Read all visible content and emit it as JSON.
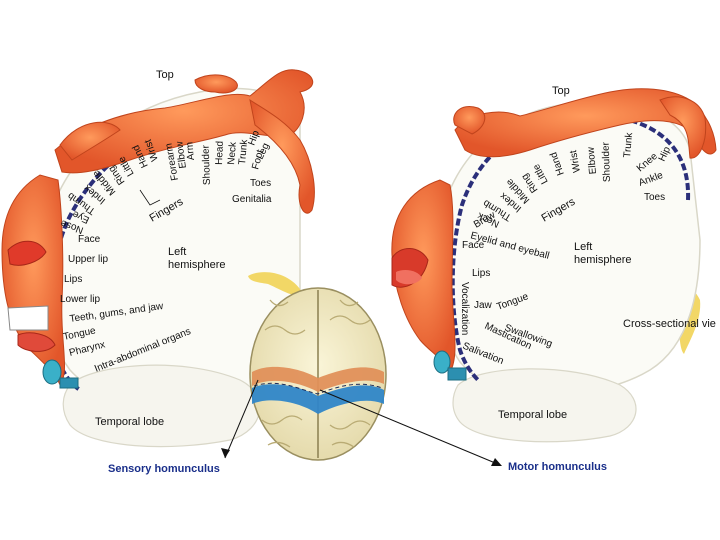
{
  "left_panel": {
    "top_label": "Top",
    "hemisphere_label_line1": "Left",
    "hemisphere_label_line2": "hemisphere",
    "temporal_label": "Temporal lobe",
    "fingers_label": "Fingers",
    "body_parts": [
      "Genitalia",
      "Toes",
      "Foot",
      "Leg",
      "Hip",
      "Trunk",
      "Neck",
      "Head",
      "Shoulder",
      "Arm",
      "Elbow",
      "Forearm",
      "Wrist",
      "Hand",
      "Little",
      "Ring",
      "Middle",
      "Index",
      "Thumb",
      "Eye",
      "Nose",
      "Face",
      "Upper lip",
      "Lips",
      "Lower lip",
      "Teeth, gums, and jaw",
      "Tongue",
      "Pharynx",
      "Intra-abdominal organs"
    ],
    "caption": "Sensory homunculus"
  },
  "right_panel": {
    "top_label": "Top",
    "hemisphere_label_line1": "Left",
    "hemisphere_label_line2": "hemisphere",
    "temporal_label": "Temporal lobe",
    "fingers_label": "Fingers",
    "cross_section_label": "Cross-sectional vie",
    "body_parts": [
      "Toes",
      "Ankle",
      "Knee",
      "Hip",
      "Trunk",
      "Shoulder",
      "Elbow",
      "Wrist",
      "Hand",
      "Little",
      "Ring",
      "Middle",
      "Index",
      "Thumb",
      "Neck",
      "Brow",
      "Eyelid and eyeball",
      "Face",
      "Lips",
      "Jaw",
      "Tongue",
      "Swallowing",
      "Mastication",
      "Salivation",
      "Vocalization"
    ],
    "caption": "Motor homunculus"
  },
  "colors": {
    "homunculus": "#f0703a",
    "cortex_strip": "#2b2f7a",
    "sensory_band": "#e0905a",
    "motor_band": "#2f86c8",
    "caption": "#1a2f8a"
  }
}
